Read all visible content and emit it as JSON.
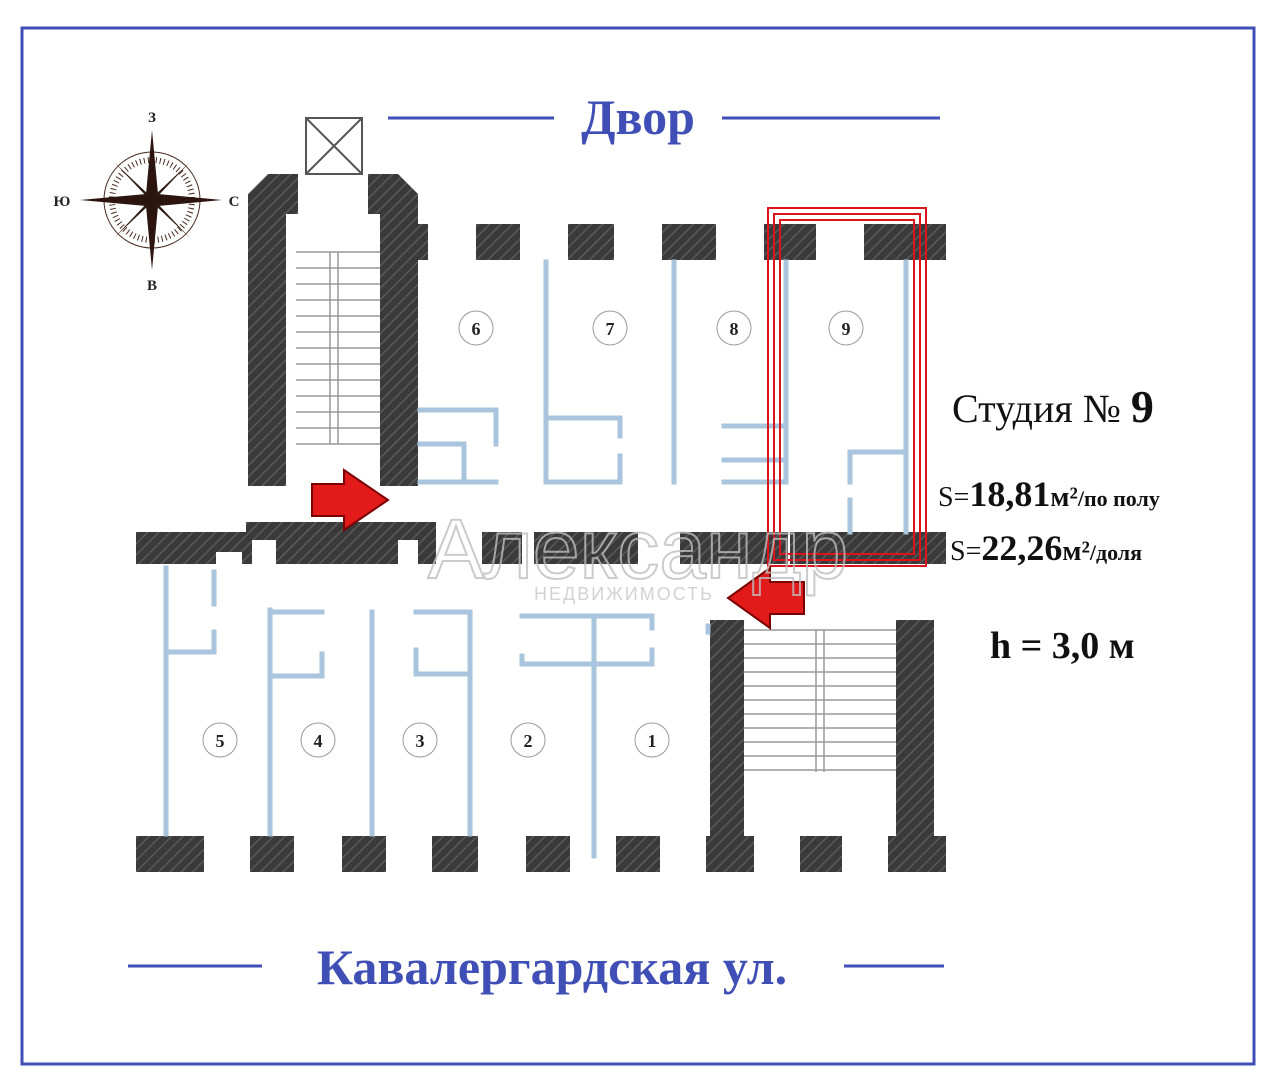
{
  "header": {
    "courtyard_label": "Двор"
  },
  "footer": {
    "street_label": "Кавалергардская ул."
  },
  "compass": {
    "north": "З",
    "south": "В",
    "west": "Ю",
    "east": "С"
  },
  "rooms": [
    {
      "num": "1"
    },
    {
      "num": "2"
    },
    {
      "num": "3"
    },
    {
      "num": "4"
    },
    {
      "num": "5"
    },
    {
      "num": "6"
    },
    {
      "num": "7"
    },
    {
      "num": "8"
    },
    {
      "num": "9"
    }
  ],
  "studio": {
    "title": "Студия № ",
    "number": "9",
    "area_floor_prefix": "S=",
    "area_floor_value": "18,81",
    "area_floor_unit": "м²",
    "area_floor_suffix": "/по полу",
    "area_share_prefix": "S=",
    "area_share_value": "22,26",
    "area_share_unit": "м²",
    "area_share_suffix": "/доля",
    "height": "h = 3,0 м"
  },
  "watermark": {
    "brand": "Александр",
    "subtitle": "НЕДВИЖИМОСТЬ"
  },
  "colors": {
    "frame": "#3f4fb6",
    "heading": "#3f4fb6",
    "wall": "#3a3a3a",
    "partition": "#a9c5de",
    "highlight": "#d9141d",
    "arrow": "#e21a1a"
  }
}
